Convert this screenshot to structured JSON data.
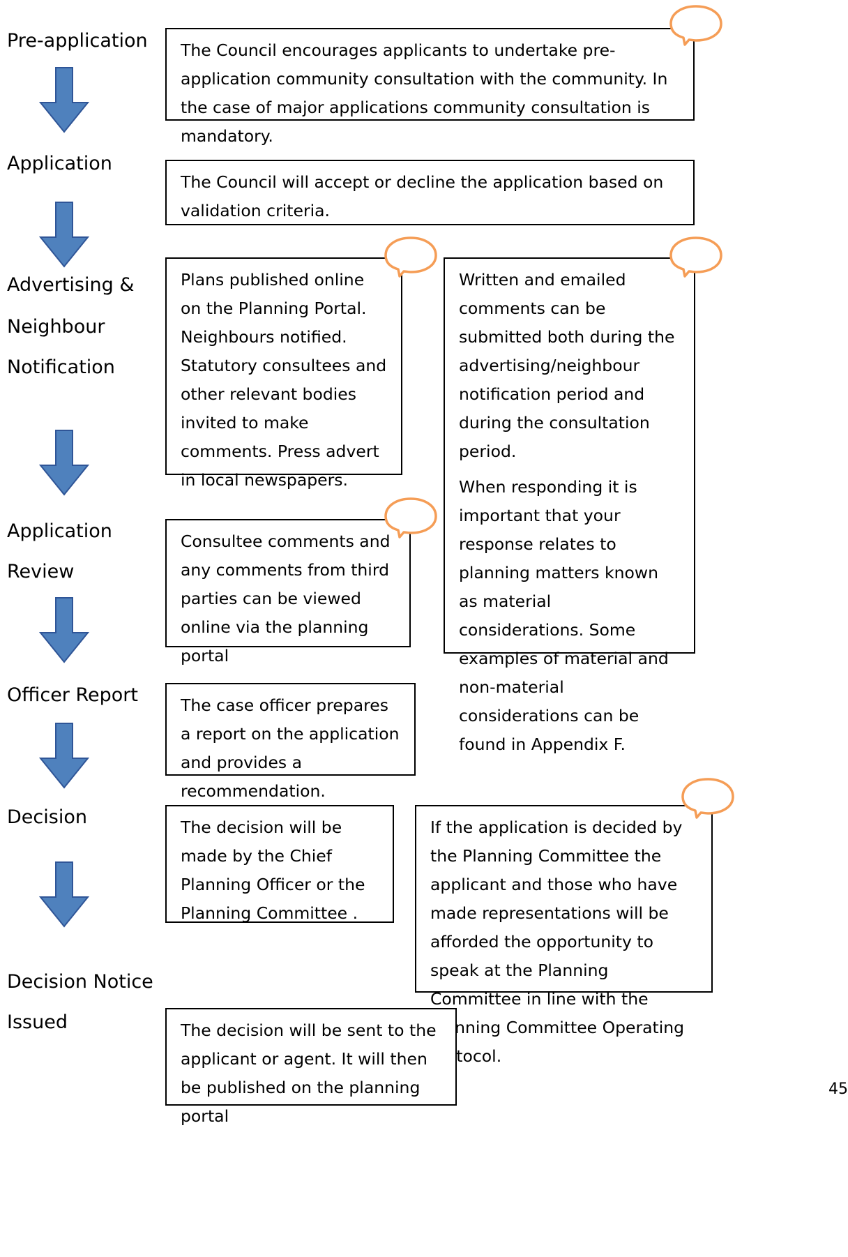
{
  "stages": {
    "pre_application": "Pre-application",
    "application": "Application",
    "advertising_line1": "Advertising &",
    "advertising_line2": "Neighbour",
    "advertising_line3": "Notification",
    "review_line1": "Application",
    "review_line2": "Review",
    "officer_report": "Officer Report",
    "decision": "Decision",
    "notice_line1": "Decision Notice",
    "notice_line2": "Issued"
  },
  "boxes": {
    "pre_application": "The Council encourages applicants to undertake pre-application community consultation with the community. In the case of major applications community consultation is mandatory.",
    "application": "The Council will accept or decline the application based on validation criteria.",
    "advertising": "Plans published online on the Planning Portal. Neighbours notified. Statutory consultees and other relevant bodies invited to make comments. Press advert in local newspapers.",
    "comments_p1": "Written and emailed comments can be submitted both during the advertising/neighbour notification period and during the consultation period.",
    "comments_p2": "When responding it is important that your response relates to planning matters known as material considerations. Some examples of material and non-material considerations can be found in Appendix F.",
    "review": "Consultee comments and any comments from third parties can be viewed online via the planning portal",
    "officer_report": "The case officer prepares a report on the application and provides a recommendation.",
    "decision": "The decision will be made by the Chief Planning Officer or the Planning Committee .",
    "committee": "If the application is decided by the Planning Committee the applicant and those who have made representations will be afforded the opportunity to speak at the Planning Committee in line with the Planning Committee Operating Protocol.",
    "notice": "The decision will be sent to the applicant or agent. It will then be published on the planning portal"
  },
  "page_number": "45",
  "colors": {
    "arrow_fill": "#4f81bd",
    "arrow_stroke": "#2f5597",
    "bubble_stroke": "#f59d56"
  }
}
